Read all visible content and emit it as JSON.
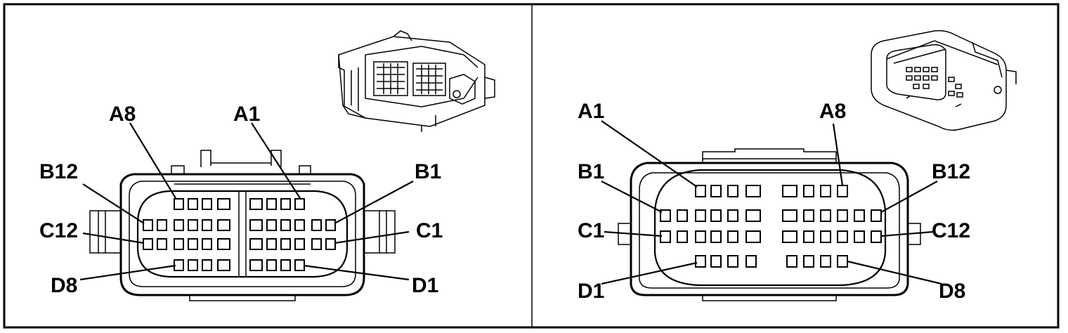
{
  "left_view": {
    "labels": {
      "a8": "A8",
      "a1": "A1",
      "b12": "B12",
      "b1": "B1",
      "c12": "C12",
      "c1": "C1",
      "d8": "D8",
      "d1": "D1"
    }
  },
  "right_view": {
    "labels": {
      "a1": "A1",
      "a8": "A8",
      "b1": "B1",
      "b12": "B12",
      "c1": "C1",
      "c12": "C12",
      "d1": "D1",
      "d8": "D8"
    }
  }
}
